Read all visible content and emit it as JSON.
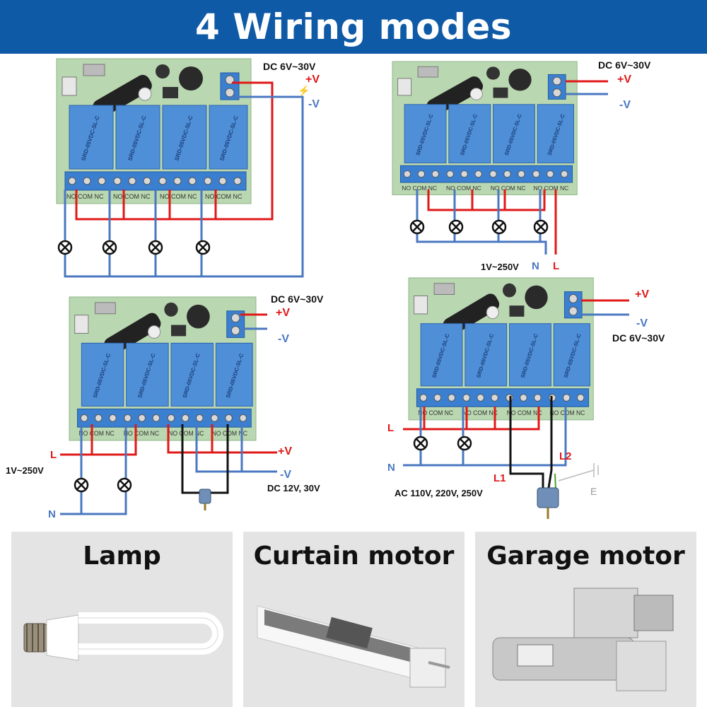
{
  "title": "4 Wiring modes",
  "diagram_labels": {
    "dc_6_30": "DC  6V~30V",
    "dc_6_30_b": "DC 6V~30V",
    "plus_v": "+V",
    "minus_v": "-V",
    "ac_1_250": "1V~250V",
    "n": "N",
    "l": "L",
    "dc_12_30": "DC 12V, 30V",
    "ac_110": "AC 110V, 220V, 250V",
    "l1": "L1",
    "l2": "L2",
    "e": "E",
    "terminal": "NO COM NC"
  },
  "cards": [
    {
      "label": "Lamp",
      "icon": "lamp-icon"
    },
    {
      "label": "Curtain motor",
      "icon": "curtain-motor-icon"
    },
    {
      "label": "Garage motor",
      "icon": "garage-motor-icon"
    }
  ],
  "colors": {
    "banner": "#0f5aa6",
    "wire_red": "#e01818",
    "wire_blue": "#4a78c0",
    "wire_black": "#111111",
    "relay_blue": "#4f8fd8",
    "pcb_green": "#b9d7b0"
  }
}
